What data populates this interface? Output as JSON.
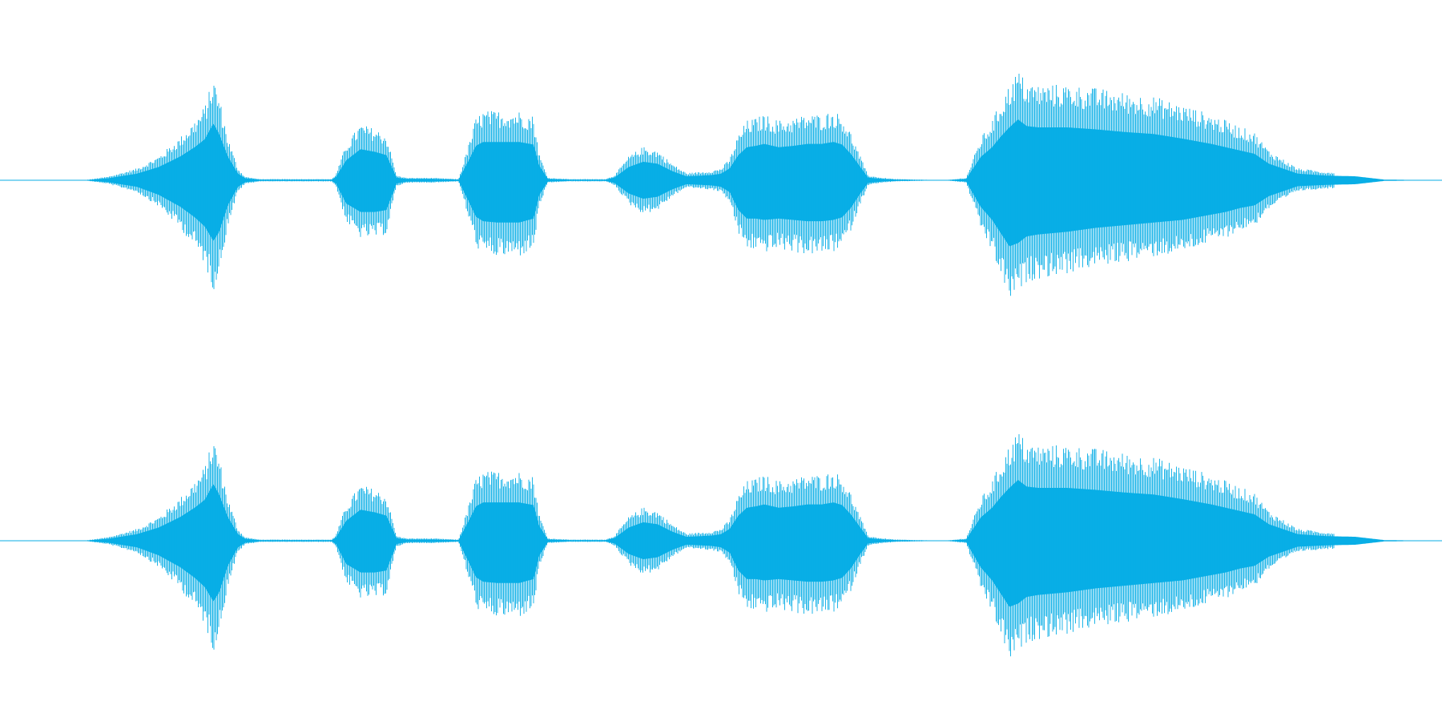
{
  "colors": {
    "background": "#ffffff",
    "waveform": "#08aee6",
    "baseline": "#08aee6"
  },
  "chart_data": {
    "type": "area",
    "channels": 2,
    "duration_fraction_axis": [
      0,
      1
    ],
    "amplitude_axis": [
      -1,
      1
    ],
    "grid": false,
    "legend": "none",
    "envelope": {
      "t": [
        0.0,
        0.058,
        0.075,
        0.095,
        0.11,
        0.125,
        0.135,
        0.142,
        0.148,
        0.152,
        0.158,
        0.165,
        0.17,
        0.18,
        0.2,
        0.23,
        0.233,
        0.24,
        0.25,
        0.26,
        0.268,
        0.275,
        0.282,
        0.288,
        0.292,
        0.3,
        0.318,
        0.325,
        0.33,
        0.335,
        0.345,
        0.36,
        0.37,
        0.374,
        0.38,
        0.395,
        0.41,
        0.42,
        0.426,
        0.436,
        0.446,
        0.456,
        0.466,
        0.476,
        0.486,
        0.494,
        0.5,
        0.506,
        0.512,
        0.518,
        0.524,
        0.53,
        0.54,
        0.55,
        0.56,
        0.57,
        0.578,
        0.584,
        0.59,
        0.596,
        0.602,
        0.612,
        0.622,
        0.655,
        0.67,
        0.68,
        0.688,
        0.694,
        0.7,
        0.706,
        0.712,
        0.72,
        0.73,
        0.74,
        0.76,
        0.78,
        0.8,
        0.82,
        0.84,
        0.85,
        0.86,
        0.87,
        0.88,
        0.9,
        0.92,
        0.94,
        0.96,
        1.0
      ],
      "upper": [
        0.0,
        0.0,
        0.03,
        0.1,
        0.2,
        0.36,
        0.5,
        0.62,
        0.86,
        0.7,
        0.36,
        0.1,
        0.03,
        0.01,
        0.01,
        0.01,
        0.05,
        0.3,
        0.47,
        0.43,
        0.38,
        0.04,
        0.02,
        0.02,
        0.02,
        0.02,
        0.01,
        0.3,
        0.52,
        0.58,
        0.58,
        0.58,
        0.54,
        0.22,
        0.02,
        0.01,
        0.01,
        0.01,
        0.04,
        0.2,
        0.28,
        0.25,
        0.14,
        0.06,
        0.07,
        0.08,
        0.1,
        0.18,
        0.38,
        0.5,
        0.52,
        0.55,
        0.5,
        0.52,
        0.55,
        0.55,
        0.58,
        0.54,
        0.4,
        0.22,
        0.04,
        0.02,
        0.01,
        0.0,
        0.02,
        0.35,
        0.5,
        0.66,
        0.8,
        0.92,
        0.82,
        0.8,
        0.8,
        0.8,
        0.77,
        0.73,
        0.7,
        0.63,
        0.55,
        0.5,
        0.45,
        0.4,
        0.25,
        0.1,
        0.07,
        0.06,
        0.01,
        0.0
      ],
      "lower": [
        0.0,
        0.0,
        0.03,
        0.1,
        0.22,
        0.4,
        0.56,
        0.7,
        0.92,
        0.78,
        0.38,
        0.1,
        0.03,
        0.01,
        0.01,
        0.01,
        0.05,
        0.35,
        0.48,
        0.48,
        0.45,
        0.05,
        0.02,
        0.02,
        0.02,
        0.02,
        0.01,
        0.32,
        0.55,
        0.62,
        0.64,
        0.64,
        0.58,
        0.22,
        0.02,
        0.01,
        0.01,
        0.01,
        0.04,
        0.2,
        0.28,
        0.25,
        0.14,
        0.06,
        0.07,
        0.08,
        0.1,
        0.18,
        0.45,
        0.58,
        0.58,
        0.6,
        0.58,
        0.6,
        0.62,
        0.62,
        0.6,
        0.56,
        0.42,
        0.22,
        0.04,
        0.02,
        0.01,
        0.0,
        0.02,
        0.4,
        0.6,
        0.8,
        1.0,
        0.95,
        0.85,
        0.82,
        0.8,
        0.78,
        0.72,
        0.68,
        0.64,
        0.6,
        0.52,
        0.48,
        0.42,
        0.38,
        0.24,
        0.09,
        0.07,
        0.06,
        0.01,
        0.0
      ]
    },
    "active_extent": [
      0.055,
      0.925
    ]
  }
}
